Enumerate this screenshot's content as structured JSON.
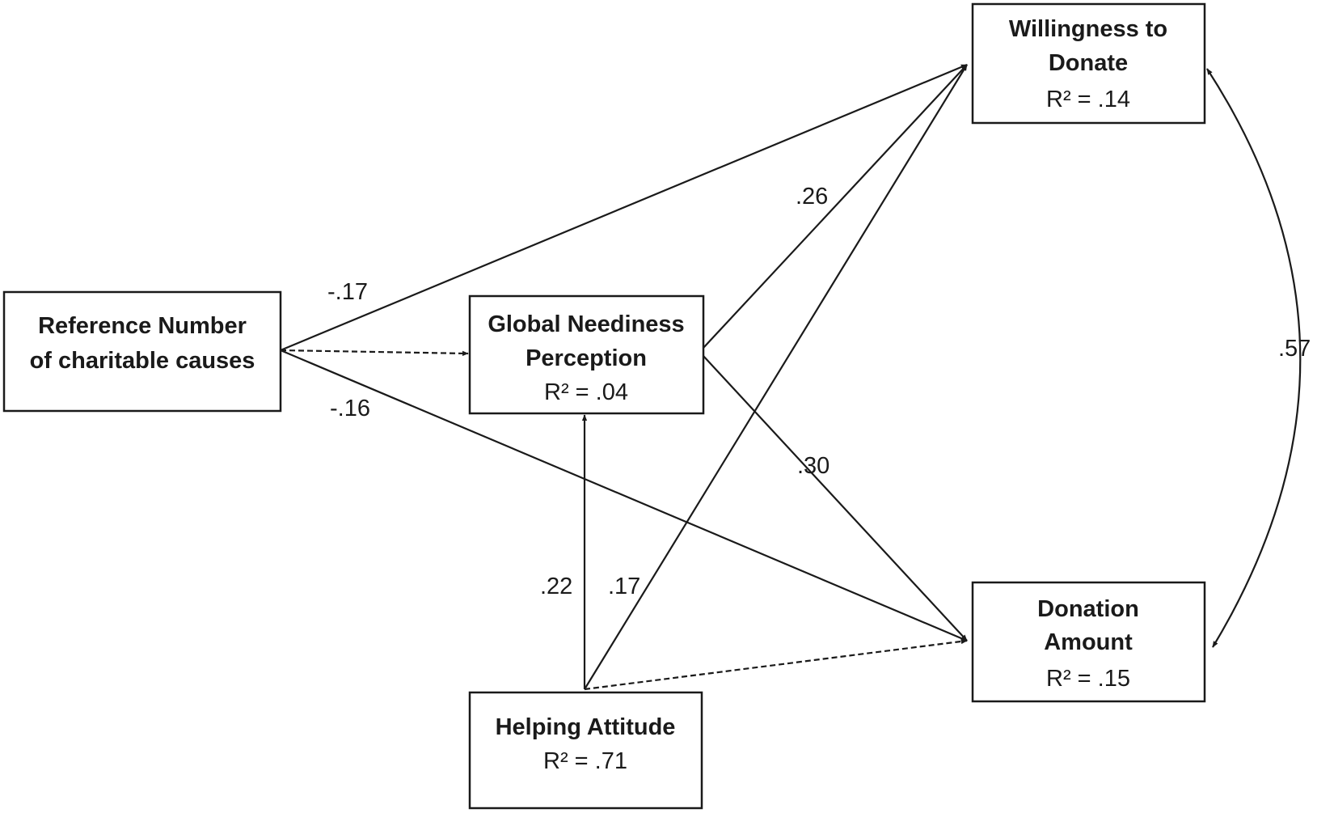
{
  "nodes": {
    "reference": {
      "line1": "Reference Number",
      "line2": "of charitable causes"
    },
    "neediness": {
      "line1": "Global Neediness",
      "line2": "Perception",
      "r2": "R² = .04"
    },
    "willingness": {
      "line1": "Willingness to",
      "line2": "Donate",
      "r2": "R² = .14"
    },
    "donation": {
      "line1": "Donation",
      "line2": "Amount",
      "r2": "R² = .15"
    },
    "helping": {
      "line1": "Helping Attitude",
      "r2": "R² = .71"
    }
  },
  "paths": [
    {
      "from": "reference",
      "to": "willingness",
      "coefficient": "-.17",
      "style": "solid"
    },
    {
      "from": "reference",
      "to": "neediness",
      "coefficient": "",
      "style": "dashed"
    },
    {
      "from": "reference",
      "to": "donation",
      "coefficient": "-.16",
      "style": "solid"
    },
    {
      "from": "neediness",
      "to": "willingness",
      "coefficient": ".26",
      "style": "solid"
    },
    {
      "from": "neediness",
      "to": "donation",
      "coefficient": ".30",
      "style": "solid"
    },
    {
      "from": "helping",
      "to": "neediness",
      "coefficient": ".22",
      "style": "solid"
    },
    {
      "from": "helping",
      "to": "willingness",
      "coefficient": ".17",
      "style": "solid"
    },
    {
      "from": "helping",
      "to": "donation",
      "coefficient": "",
      "style": "dashed"
    },
    {
      "from": "willingness",
      "to": "donation",
      "coefficient": ".57",
      "style": "curved-bidirectional"
    }
  ],
  "labels": {
    "ref_will": "-.17",
    "ref_don": "-.16",
    "need_will": ".26",
    "need_don": ".30",
    "help_need": ".22",
    "help_will": ".17",
    "will_don": ".57"
  }
}
